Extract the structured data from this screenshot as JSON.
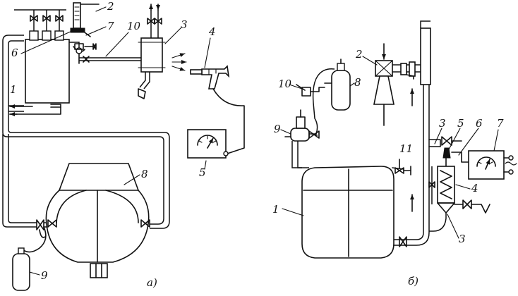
{
  "diagram": {
    "left": {
      "caption": "а)",
      "labels": {
        "l1": "1",
        "l2": "2",
        "l3": "3",
        "l4": "4",
        "l5": "5",
        "l6": "6",
        "l7": "7",
        "l8": "8",
        "l9": "9",
        "l10": "10"
      }
    },
    "right": {
      "caption": "б)",
      "labels": {
        "l1": "1",
        "l2": "2",
        "l3a": "3",
        "l3b": "3",
        "l4": "4",
        "l5": "5",
        "l6": "6",
        "l7": "7",
        "l8": "8",
        "l9": "9",
        "l10": "10",
        "l11": "11"
      }
    }
  }
}
